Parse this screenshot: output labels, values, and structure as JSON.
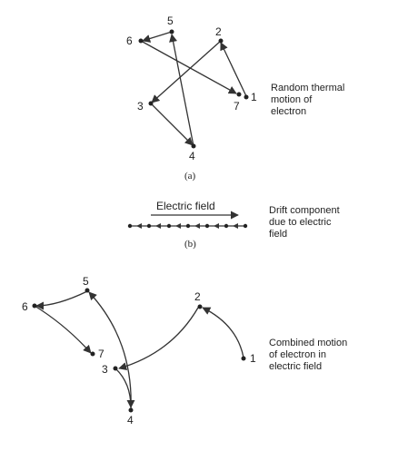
{
  "panel_a": {
    "caption": "(a)",
    "description": [
      "Random thermal",
      "motion of",
      "electron"
    ],
    "points": [
      "1",
      "2",
      "3",
      "4",
      "5",
      "6",
      "7"
    ]
  },
  "panel_b": {
    "caption": "(b)",
    "field_label": "Electric field",
    "description": [
      "Drift component",
      "due to electric",
      "field"
    ]
  },
  "panel_c": {
    "description": [
      "Combined motion",
      "of electron in",
      "electric field"
    ],
    "points": [
      "1",
      "2",
      "3",
      "4",
      "5",
      "6",
      "7"
    ]
  }
}
